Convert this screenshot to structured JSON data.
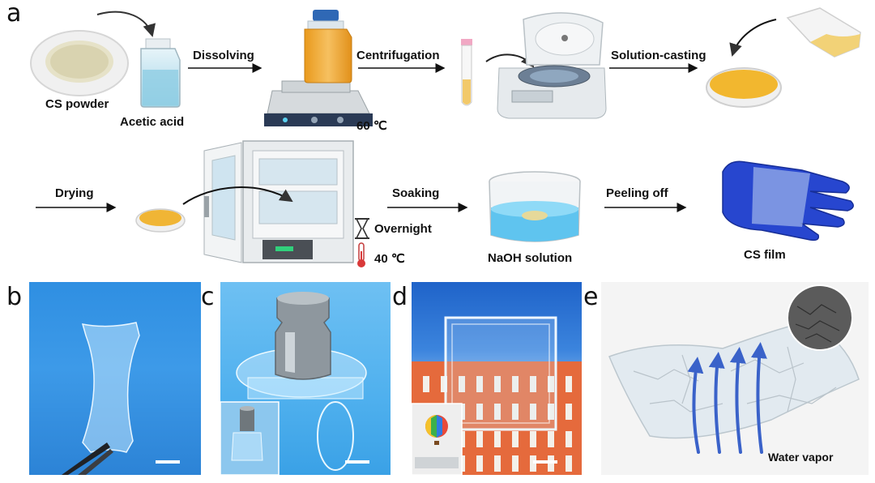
{
  "panel_labels": {
    "a": "a",
    "b": "b",
    "c": "c",
    "d": "d",
    "e": "e"
  },
  "scheme": {
    "cs_powder": "CS powder",
    "acetic_acid": "Acetic acid",
    "dissolving": "Dissolving",
    "temp_60": "60 ℃",
    "centrifugation": "Centrifugation",
    "solution_casting": "Solution-casting",
    "drying": "Drying",
    "overnight": "Overnight",
    "temp_40": "40 ℃",
    "soaking": "Soaking",
    "naoh_solution": "NaOH solution",
    "peeling_off": "Peeling off",
    "cs_film": "CS film"
  },
  "panel_e": {
    "water_vapor": "Water vapor"
  },
  "colors": {
    "photo_blue": "#2e8de0",
    "bg_blue_light": "#58b4f0",
    "brick": "#e06a3c",
    "glove_blue": "#1f3fc9",
    "solution_yellow": "#e9a83a",
    "arrow_blue": "#3a62c9"
  }
}
